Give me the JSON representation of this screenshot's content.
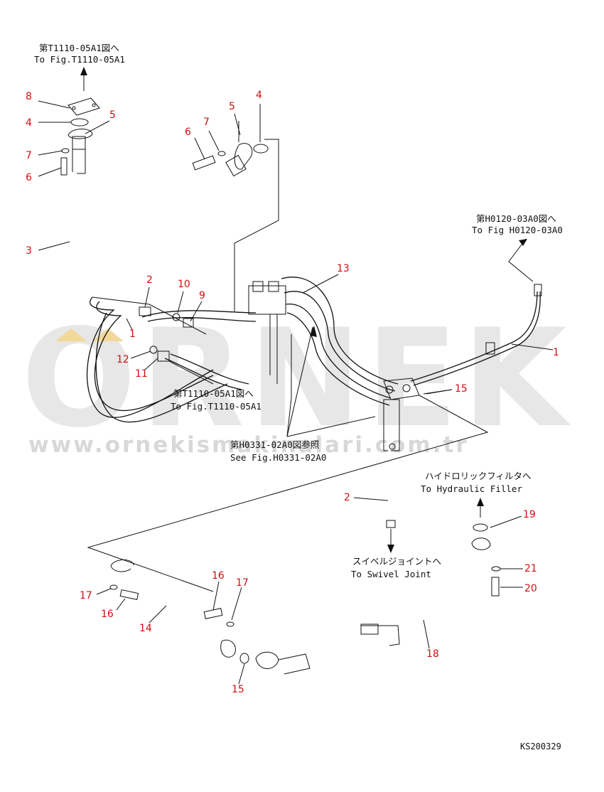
{
  "watermark": {
    "brand": "ORNEK",
    "url": "www.ornekismakinalari.com.tr",
    "accent_color": "#f2d99a"
  },
  "references": {
    "top_jp": "第T1110-05A1図へ",
    "top_en": "To Fig.T1110-05A1",
    "right_jp": "第H0120-03A0図へ",
    "right_en": "To Fig H0120-03A0",
    "mid_jp": "第T1110-05A1図へ",
    "mid_en": "To Fig.T1110-05A1",
    "center_jp": "第H0331-02A0図参照",
    "center_en": "See Fig.H0331-02A0",
    "filler_jp": "ハイドロリックフィルタへ",
    "filler_en": "To Hydraulic Filler",
    "swivel_jp": "スイベルジョイントへ",
    "swivel_en": "To Swivel Joint"
  },
  "callouts": {
    "c8": "8",
    "c4a": "4",
    "c5a": "5",
    "c7a": "7",
    "c6a": "6",
    "c3": "3",
    "c6b": "6",
    "c7b": "7",
    "c5b": "5",
    "c4b": "4",
    "c2a": "2",
    "c10": "10",
    "c9": "9",
    "c13": "13",
    "c12": "12",
    "c11": "11",
    "c1a": "1",
    "c1b": "1",
    "c15a": "15",
    "c2b": "2",
    "c19": "19",
    "c21": "21",
    "c20": "20",
    "c18": "18",
    "c16a": "16",
    "c17a": "17",
    "c17b": "17",
    "c16b": "16",
    "c14": "14",
    "c15b": "15"
  },
  "drawing_code": "KS200329"
}
